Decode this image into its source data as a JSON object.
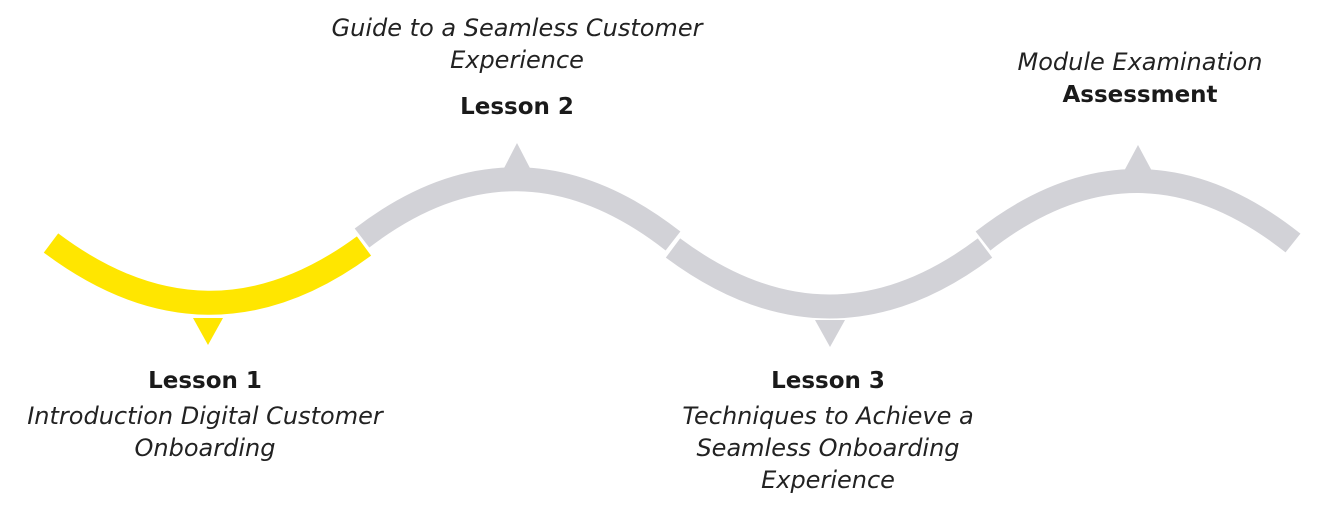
{
  "colors": {
    "active": "#FFE600",
    "inactive": "#D2D2D7",
    "text": "#1a1a1a"
  },
  "stages": [
    {
      "title": "Lesson 1",
      "description": "Introduction Digital Customer Onboarding",
      "status": "active"
    },
    {
      "title": "Lesson 2",
      "description": "Guide to a Seamless Customer Experience",
      "status": "inactive"
    },
    {
      "title": "Lesson 3",
      "description": "Techniques to Achieve a Seamless Onboarding Experience",
      "status": "inactive"
    },
    {
      "title": "Assessment",
      "description": "Module Examination",
      "status": "inactive"
    }
  ]
}
